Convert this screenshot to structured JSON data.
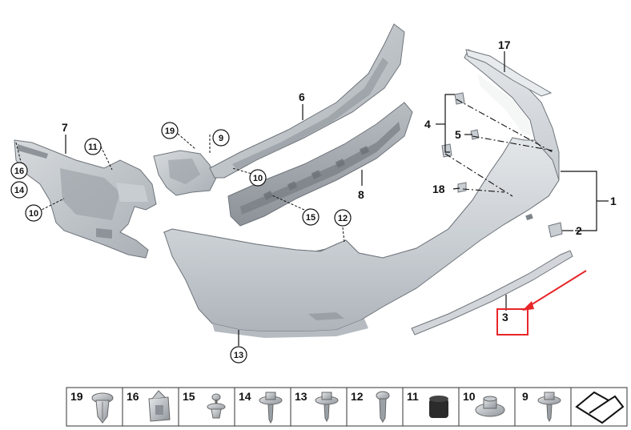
{
  "diagram": {
    "callouts_plain": {
      "p1": "1",
      "p2": "2",
      "p3": "3",
      "p4": "4",
      "p5": "5",
      "p6": "6",
      "p7": "7",
      "p8": "8",
      "p17": "17",
      "p18": "18"
    },
    "callouts_circled": {
      "c9": "9",
      "c10a": "10",
      "c10b": "10",
      "c11": "11",
      "c12": "12",
      "c13": "13",
      "c14": "14",
      "c15": "15",
      "c16": "16",
      "c19": "19"
    },
    "highlight": {
      "color": "#e8262a",
      "target": "3"
    }
  },
  "legend": {
    "items": [
      {
        "num": "19",
        "icon": "plastic-rivet-icon"
      },
      {
        "num": "16",
        "icon": "clip-nut-icon"
      },
      {
        "num": "15",
        "icon": "expanding-rivet-icon"
      },
      {
        "num": "14",
        "icon": "collar-screw-icon"
      },
      {
        "num": "13",
        "icon": "collar-screw-icon"
      },
      {
        "num": "12",
        "icon": "hex-screw-icon"
      },
      {
        "num": "11",
        "icon": "rubber-buffer-icon"
      },
      {
        "num": "10",
        "icon": "collar-nut-icon"
      },
      {
        "num": "9",
        "icon": "collar-screw-icon"
      },
      {
        "num": "",
        "icon": "kit-symbol-icon"
      }
    ]
  }
}
